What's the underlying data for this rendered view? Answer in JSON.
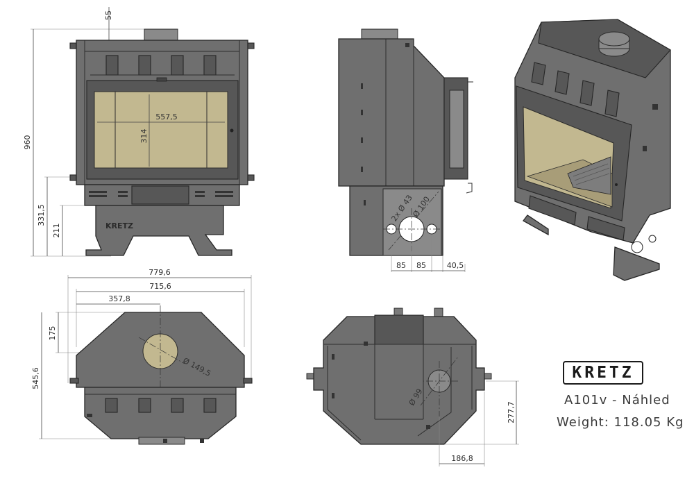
{
  "brand": {
    "logo_text": "KRETZ"
  },
  "model": {
    "name": "A101v - Náhled",
    "weight": "Weight: 118.05 Kg"
  },
  "front_view": {
    "dim_top": "55",
    "dim_height": "960",
    "dim_glass_width": "557,5",
    "dim_glass_height": "314",
    "dim_base_1": "331,5",
    "dim_base_2": "211",
    "logo_text": "KRETZ"
  },
  "side_view": {
    "dim_holes": "2x Ø 43",
    "dim_flue": "Ø 100",
    "dim_a": "85",
    "dim_b": "85",
    "dim_c": "40,5"
  },
  "top_view": {
    "dim_total_width": "779,6",
    "dim_inner_width": "715,6",
    "dim_center_offset": "357,8",
    "dim_depth_offset": "175",
    "dim_depth": "545,6",
    "dim_flue": "Ø 149,5"
  },
  "bottom_view": {
    "dim_flue": "Ø 99",
    "dim_depth": "277,7",
    "dim_offset": "186,8"
  }
}
